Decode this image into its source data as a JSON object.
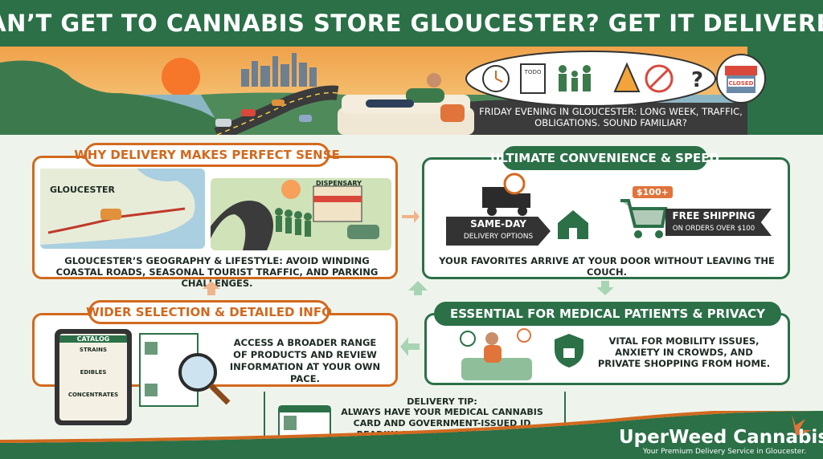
{
  "header": {
    "title": "CAN’T GET TO CANNABIS STORE GLOUCESTER? GET IT DELIVERED"
  },
  "hero": {
    "caption": "FRIDAY EVENING IN GLOUCESTER: LONG WEEK, TRAFFIC, OBLIGATIONS. SOUND FAMILIAR?",
    "todo_label": "TODO",
    "closed_label": "CLOSED",
    "question_mark": "?"
  },
  "why": {
    "title": "WHY DELIVERY MAKES PERFECT SENSE",
    "map_label": "GLOUCESTER",
    "dispensary_label": "DISPENSARY",
    "body": "GLOUCESTER’S GEOGRAPHY & LIFESTYLE: AVOID WINDING COASTAL ROADS, SEASONAL TOURIST TRAFFIC, AND PARKING CHALLENGES."
  },
  "convenience": {
    "title": "ULTIMATE CONVENIENCE & SPEED",
    "same_day": "SAME-DAY",
    "same_day_sub": "DELIVERY OPTIONS",
    "price_tag": "$100+",
    "free_shipping": "FREE SHIPPING",
    "free_shipping_sub": "ON ORDERS OVER $100",
    "body": "YOUR FAVORITES ARRIVE AT YOUR DOOR WITHOUT LEAVING THE COUCH."
  },
  "selection": {
    "title": "WIDER SELECTION & DETAILED INFO",
    "catalog_label": "CATALOG",
    "strains": "STRAINS",
    "edibles": "EDIBLES",
    "concentrates": "CONCENTRATES",
    "body": "ACCESS A BROADER RANGE OF PRODUCTS AND REVIEW INFORMATION AT YOUR OWN PACE."
  },
  "medical": {
    "title": "ESSENTIAL FOR MEDICAL PATIENTS & PRIVACY",
    "body": "VITAL FOR MOBILITY ISSUES, ANXIETY IN CROWDS, AND PRIVATE SHOPPING FROM HOME."
  },
  "tip": {
    "heading": "DELIVERY TIP:",
    "body": "ALWAYS HAVE YOUR MEDICAL CANNABIS CARD AND GOVERNMENT-ISSUED ID READILY AVAILABLE FOR DRIVERS."
  },
  "footer": {
    "brand": "UperWeed Cannabis",
    "tagline": "Your Premium Delivery Service in Gloucester."
  },
  "colors": {
    "green": "#2b7047",
    "orange": "#d2691e",
    "cream": "#eef4ec"
  }
}
